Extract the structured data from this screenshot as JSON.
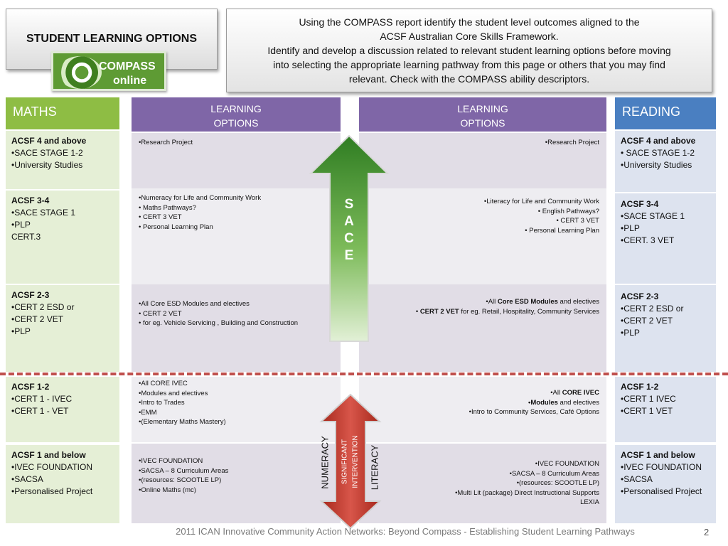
{
  "title": "STUDENT LEARNING OPTIONS",
  "logo": {
    "line1": "COMPASS",
    "line2": "online"
  },
  "instructions": [
    "Using the COMPASS report identify the student  level outcomes aligned to the",
    "ACSF Australian Core Skills Framework.",
    "Identify and develop  a discussion related to  relevant student learning options before moving",
    "into  selecting the appropriate learning pathway from this page or others that you may find",
    "relevant. Check with the COMPASS ability descriptors."
  ],
  "maths_header": "MATHS",
  "reading_header": "READING",
  "options_header_line1": "LEARNING",
  "options_header_line2": "OPTIONS",
  "sace_letters": [
    "S",
    "A",
    "C",
    "E"
  ],
  "arrow_labels": {
    "left": "NUMERACY",
    "mid1": "SIGNIFICANT",
    "mid2": "INTERVENTION",
    "right": "LITERACY"
  },
  "maths_levels": [
    {
      "heading": "ACSF  4 and above",
      "items": [
        "•SACE STAGE 1-2",
        "•University Studies"
      ]
    },
    {
      "heading": "ACSF  3-4",
      "items": [
        "•SACE STAGE 1",
        "•PLP",
        "CERT.3"
      ]
    },
    {
      "heading": "ACSF  2-3",
      "items": [
        "•CERT 2 ESD or",
        "•CERT 2 VET",
        "•PLP"
      ]
    },
    {
      "heading": "ACSF  1-2",
      "items": [
        "•CERT 1 - IVEC",
        "•CERT 1 - VET"
      ]
    },
    {
      "heading": "ACSF  1 and below",
      "items": [
        "•IVEC FOUNDATION",
        "•SACSA",
        "•Personalised Project"
      ]
    }
  ],
  "reading_levels": [
    {
      "heading": "ACSF  4 and above",
      "items": [
        "• SACE STAGE 1-2",
        "•University Studies"
      ]
    },
    {
      "heading": "ACSF  3-4",
      "items": [
        "•SACE STAGE 1",
        "•PLP",
        "•CERT. 3 VET"
      ]
    },
    {
      "heading": "ACSF  2-3",
      "items": [
        "•CERT 2 ESD or",
        "•CERT 2 VET",
        "•PLP"
      ]
    },
    {
      "heading": "ACSF  1-2",
      "items": [
        "•CERT 1 IVEC",
        "•CERT 1 VET"
      ]
    },
    {
      "heading": "ACSF  1 and below",
      "items": [
        "•IVEC FOUNDATION",
        "•SACSA",
        "•Personalised Project"
      ]
    }
  ],
  "maths_options": [
    [
      "•Research Project"
    ],
    [
      "•Numeracy for Life and Community Work",
      "• Maths Pathways?",
      "• CERT 3 VET",
      "• Personal Learning Plan"
    ],
    [
      "•All Core ESD  Modules and electives",
      "• CERT 2 VET",
      "• for eg. Vehicle Servicing , Building and Construction"
    ],
    [
      "•All CORE IVEC",
      "•Modules and electives",
      "•Intro to Trades",
      "•EMM",
      "•(Elementary Maths Mastery)"
    ],
    [
      "•IVEC FOUNDATION",
      "•SACSA – 8 Curriculum Areas",
      "•(resources: SCOOTLE LP)",
      "•Online Maths (mc)"
    ]
  ],
  "reading_options": {
    "r1": "•Research Project",
    "r2": [
      "•Literacy for Life and Community Work",
      "• English Pathways?",
      "• CERT 3 VET",
      "• Personal Learning Plan"
    ],
    "r3a_pre": "•All ",
    "r3a_bold": "Core ESD Modules",
    "r3a_post": " and electives",
    "r3b_pre": "• ",
    "r3b_bold": "CERT 2 VET",
    "r3b_post": " for eg. Retail, Hospitality, Community Services",
    "r4a_pre": "•All ",
    "r4a_bold": "CORE IVEC",
    "r4b_bold": "•Modules",
    "r4b_post": " and electives",
    "r4c": "•Intro to Community Services, Café Options",
    "r5": [
      "•IVEC FOUNDATION",
      "•SACSA – 8 Curriculum Areas",
      "•(resources: SCOOTLE LP)",
      "•Multi Lit (package) Direct Instructional Supports",
      "LEXIA"
    ]
  },
  "footer": "2011 ICAN Innovative Community Action Networks: Beyond Compass - Establishing Student Learning Pathways",
  "page_number": "2",
  "colors": {
    "maths": "#8ebd44",
    "reading": "#4a7fc1",
    "options": "#7f66a7",
    "up_arrow": "#3d8a2a",
    "double_arrow": "#c0392b",
    "dash_line": "#c0504d"
  }
}
